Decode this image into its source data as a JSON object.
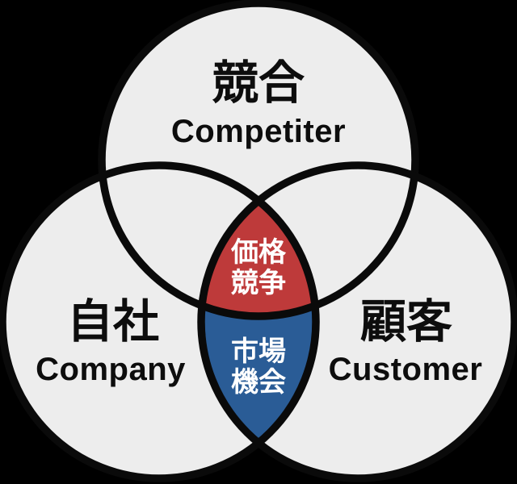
{
  "colors": {
    "background": "#000000",
    "circle_fill": "#EDEDED",
    "outline": "#0A0A0A",
    "price_competition_fill": "#BE3A3A",
    "market_opportunity_fill": "#2A5C96",
    "label_text": "#0D0D0D",
    "intersection_text": "#FFFFFF"
  },
  "circles": {
    "competitor": {
      "label_ja": "競合",
      "label_en": "Competiter"
    },
    "company": {
      "label_ja": "自社",
      "label_en": "Company"
    },
    "customer": {
      "label_ja": "顧客",
      "label_en": "Customer"
    }
  },
  "intersections": {
    "price_competition": {
      "line1": "価格",
      "line2": "競争"
    },
    "market_opportunity": {
      "line1": "市場",
      "line2": "機会"
    }
  }
}
